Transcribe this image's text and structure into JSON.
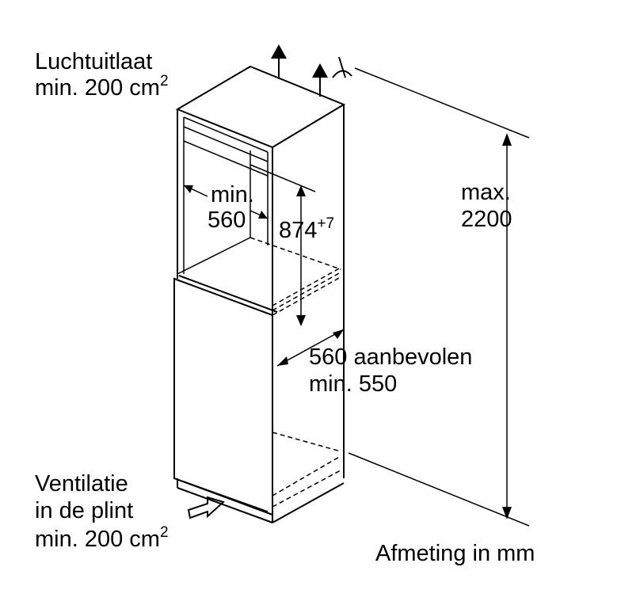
{
  "labels": {
    "air_outlet_title": "Luchtuitlaat",
    "air_outlet_min": "min. 200 cm",
    "air_outlet_exp": "2",
    "depth_min_a": "min.",
    "depth_min_b": "560",
    "niche_height": "874",
    "niche_height_tol": "+7",
    "total_height_a": "max.",
    "total_height_b": "2200",
    "width_recommended": "560 aanbevolen",
    "width_min": "min. 550",
    "plinth_a": "Ventilatie",
    "plinth_b": "in de plint",
    "plinth_min": "min. 200 cm",
    "plinth_exp": "2",
    "units_note": "Afmeting in mm"
  }
}
